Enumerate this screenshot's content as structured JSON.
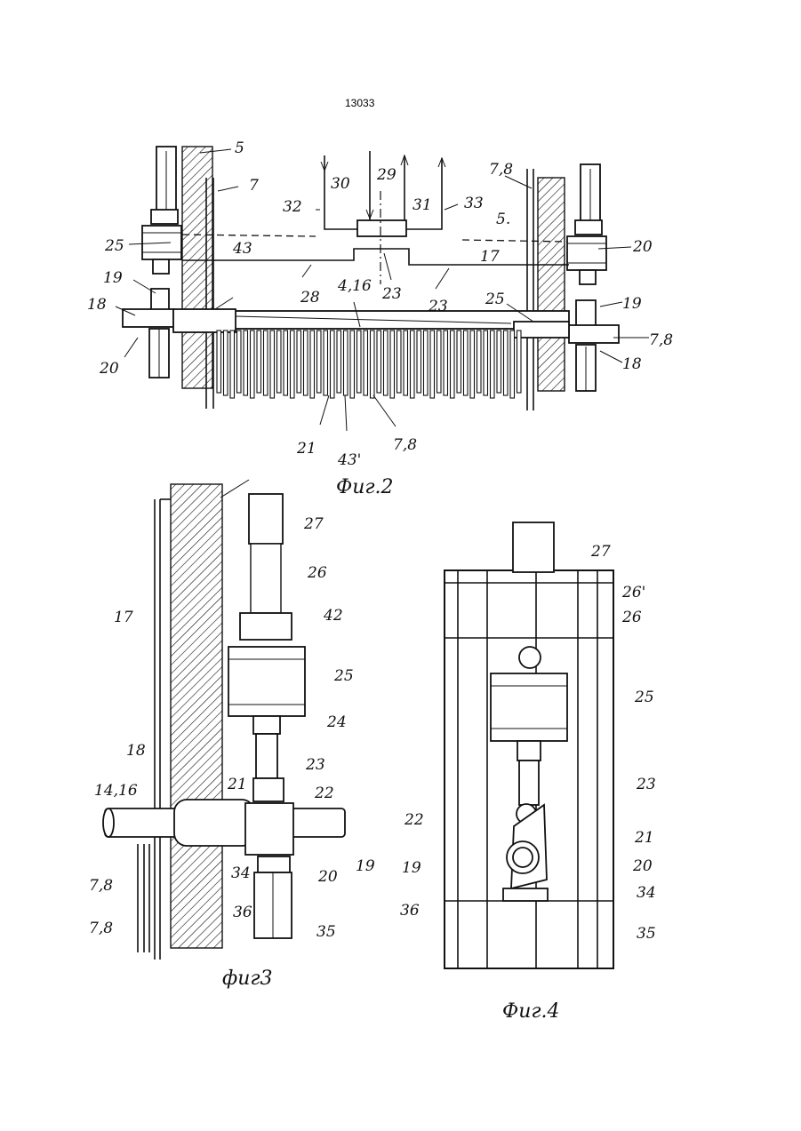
{
  "page": {
    "number": "13033"
  },
  "figures": {
    "fig2": {
      "caption": "Фиг.2",
      "labels": [
        "5",
        "7",
        "30",
        "29",
        "31",
        "32",
        "33",
        "25",
        "43",
        "28",
        "4,16",
        "23",
        "18",
        "20",
        "19",
        "21",
        "7,8",
        "5.",
        "17",
        "43'",
        "7,8",
        "7,8",
        "20",
        "19",
        "25",
        "23",
        "18",
        "28",
        "21"
      ]
    },
    "fig3": {
      "caption": "фиг3",
      "labels": [
        "27",
        "26",
        "42",
        "25",
        "24",
        "17",
        "18",
        "23",
        "22",
        "14,16",
        "21",
        "20",
        "19",
        "34",
        "36",
        "35",
        "7,8",
        "7,8"
      ]
    },
    "fig4": {
      "caption": "Фиг.4",
      "labels": [
        "27",
        "26'",
        "26",
        "25",
        "23",
        "22",
        "21",
        "19",
        "20",
        "34",
        "36",
        "35"
      ]
    }
  },
  "colors": {
    "ink": "#111111",
    "paper": "#ffffff"
  }
}
